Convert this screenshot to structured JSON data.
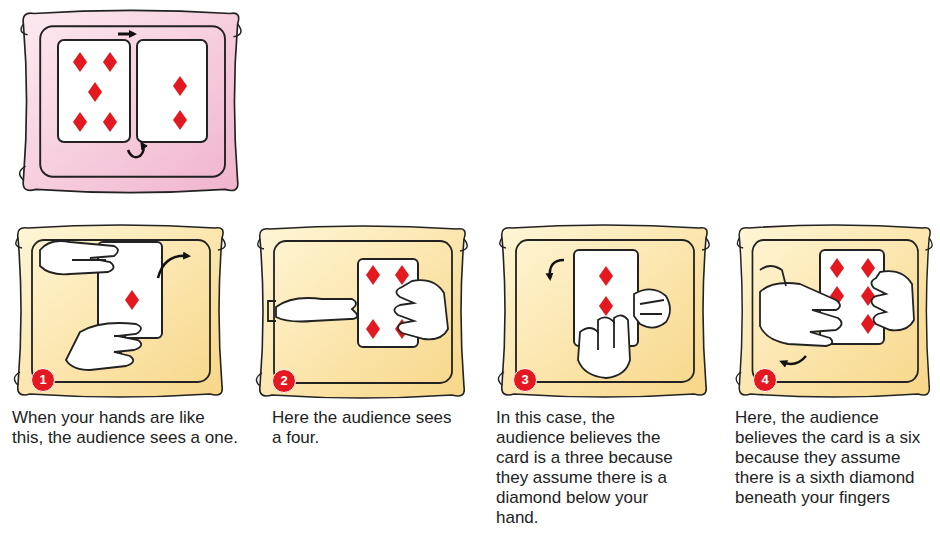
{
  "diagram": {
    "labels": [
      "1",
      "When your hands are like this, the audience sees a one.",
      "2",
      "Here the audience sees a four.",
      "3",
      "In this case, the audience believes the card is a three because they assume there is a diamond below your hand.",
      "4",
      "Here, the audience believes the card is a six because they assume there is a sixth diamond beneath your fingers"
    ]
  }
}
